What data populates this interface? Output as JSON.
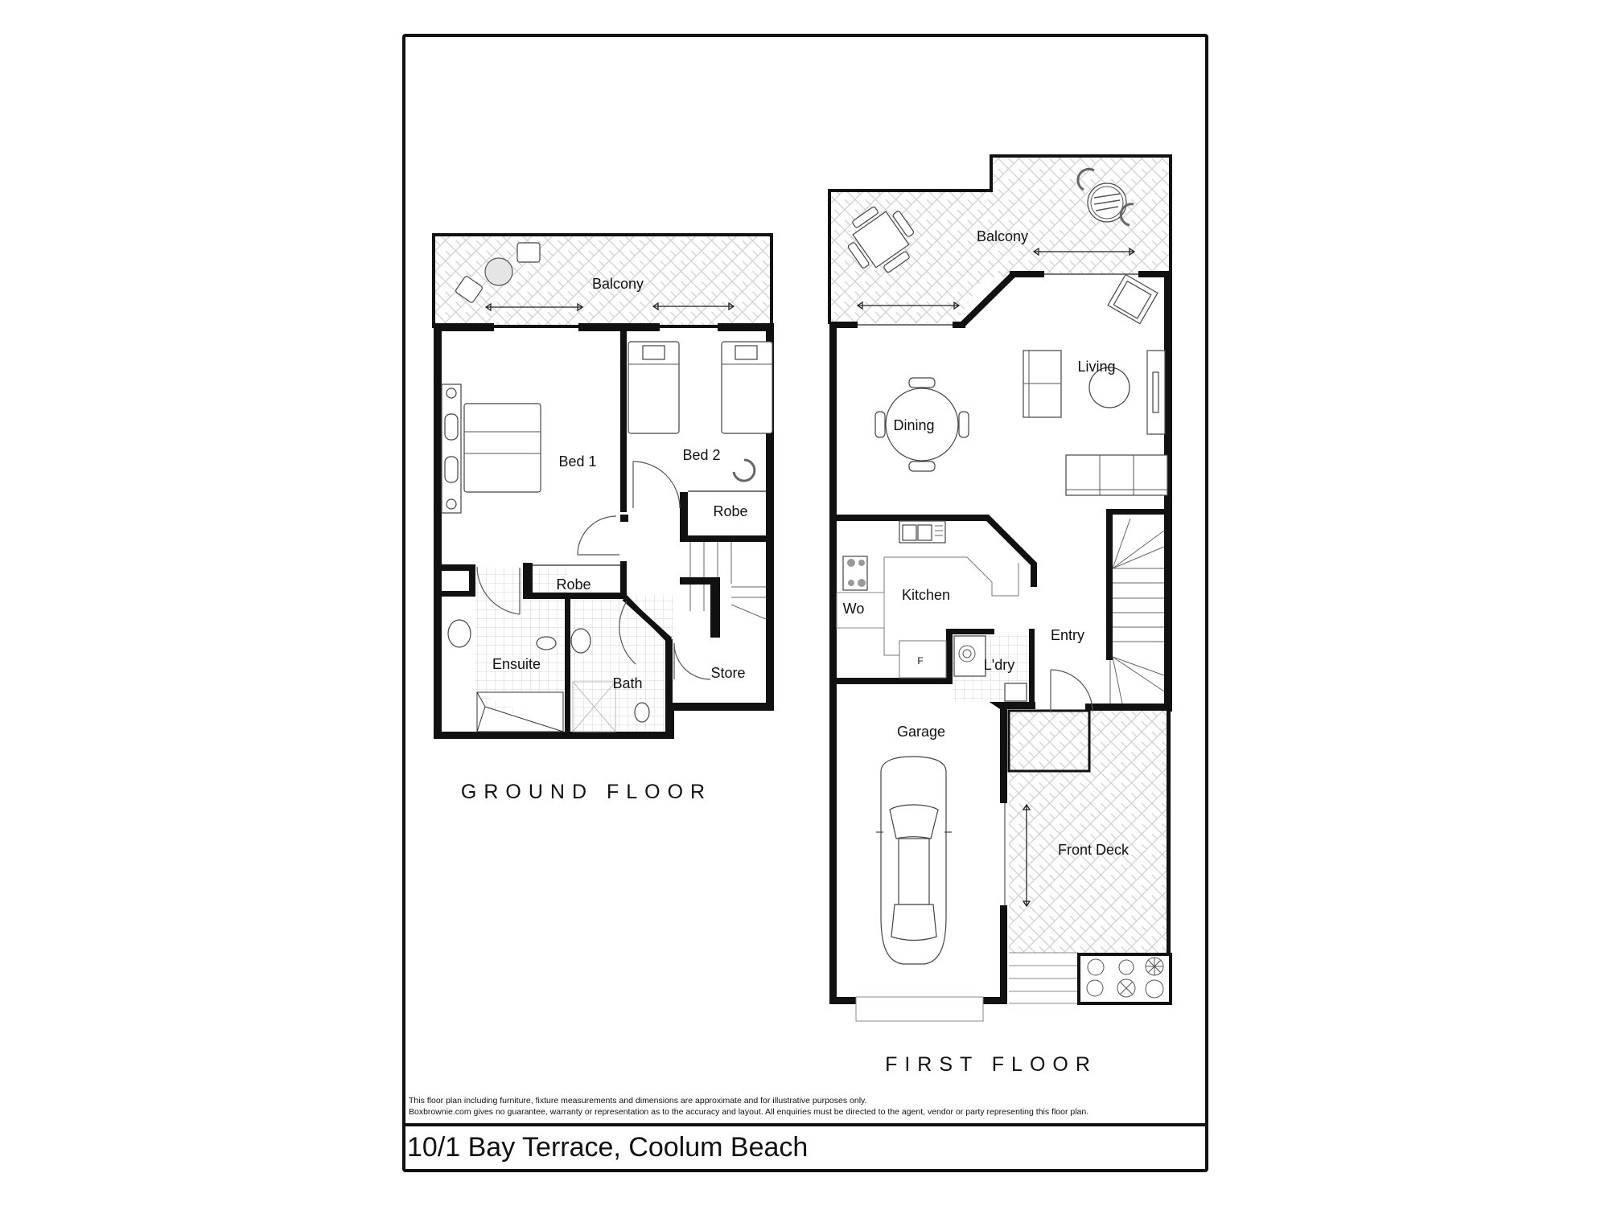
{
  "plan": {
    "address": "10/1 Bay Terrace, Coolum Beach",
    "disclaimer": [
      "This floor plan including furniture, fixture measurements and dimensions are approximate and for illustrative purposes only.",
      "Boxbrownie.com gives no guarantee, warranty or representation as to the accuracy and layout. All enquiries must be directed to the agent, vendor or party representing this floor plan."
    ],
    "colors": {
      "line": "#111111",
      "fixture": "#444444",
      "paving": "#cfcfcf",
      "background": "#ffffff"
    }
  },
  "ground_floor": {
    "title": "GROUND FLOOR",
    "rooms": {
      "balcony": "Balcony",
      "bed1": "Bed 1",
      "bed2": "Bed 2",
      "robe_bed2": "Robe",
      "robe_bed1": "Robe",
      "ensuite": "Ensuite",
      "bath": "Bath",
      "store": "Store"
    }
  },
  "first_floor": {
    "title": "FIRST FLOOR",
    "rooms": {
      "balcony": "Balcony",
      "living": "Living",
      "dining": "Dining",
      "kitchen": "Kitchen",
      "wall_oven": "Wo",
      "fridge": "F",
      "laundry": "L'dry",
      "entry": "Entry",
      "garage": "Garage",
      "front_deck": "Front Deck"
    }
  }
}
